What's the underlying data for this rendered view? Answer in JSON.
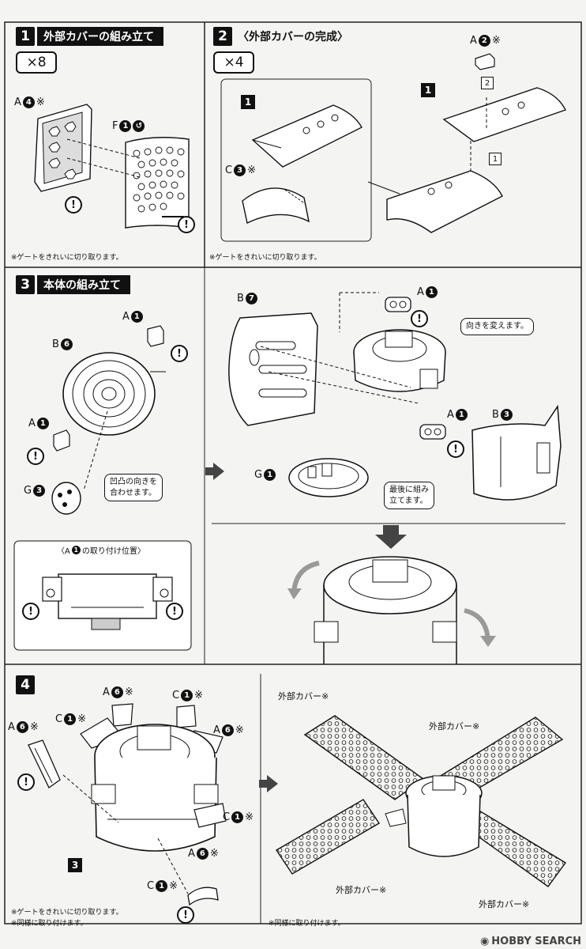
{
  "step1": {
    "num": "1",
    "title": "外部カバーの組み立て",
    "multiplier": "×8",
    "part_a4": {
      "letter": "A",
      "num": "4",
      "suffix": "※"
    },
    "part_f1": {
      "letter": "F",
      "num": "1"
    },
    "note": "※ゲートをきれいに切り取ります。"
  },
  "step2": {
    "num": "2",
    "title": "〈外部カバーの完成〉",
    "multiplier": "×4",
    "ref1": "1",
    "ref1b": "1",
    "part_c3": {
      "letter": "C",
      "num": "3",
      "suffix": "※"
    },
    "part_a2": {
      "letter": "A",
      "num": "2",
      "suffix": "※"
    },
    "seq1": "1",
    "seq2": "2",
    "note": "※ゲートをきれいに切り取ります。"
  },
  "step3": {
    "num": "3",
    "title": "本体の組み立て",
    "left_parts": {
      "a1_top": {
        "letter": "A",
        "num": "1"
      },
      "b6": {
        "letter": "B",
        "num": "6"
      },
      "a1_left": {
        "letter": "A",
        "num": "1"
      },
      "g3": {
        "letter": "G",
        "num": "3"
      }
    },
    "callout_align": [
      "凹凸の向きを",
      "合わせます。"
    ],
    "inset_title_prefix": "〈A",
    "inset_title_num": "1",
    "inset_title_suffix": "の取り付け位置〉",
    "right_parts": {
      "b7": {
        "letter": "B",
        "num": "7"
      },
      "a1_top": {
        "letter": "A",
        "num": "1"
      },
      "a1_mid": {
        "letter": "A",
        "num": "1"
      },
      "b3": {
        "letter": "B",
        "num": "3"
      },
      "g1": {
        "letter": "G",
        "num": "1"
      }
    },
    "callout_turn": "向きを変えます。",
    "callout_last": [
      "最後に組み",
      "立てます。"
    ]
  },
  "step4": {
    "num": "4",
    "parts": {
      "a6_top": {
        "letter": "A",
        "num": "6",
        "suffix": "※"
      },
      "c1_top": {
        "letter": "C",
        "num": "1",
        "suffix": "※"
      },
      "c1_left": {
        "letter": "C",
        "num": "1",
        "suffix": "※"
      },
      "a6_right": {
        "letter": "A",
        "num": "6",
        "suffix": "※"
      },
      "a6_left": {
        "letter": "A",
        "num": "6",
        "suffix": "※"
      },
      "c1_right": {
        "letter": "C",
        "num": "1",
        "suffix": "※"
      },
      "a6_bottom": {
        "letter": "A",
        "num": "6",
        "suffix": "※"
      },
      "c1_bottom": {
        "letter": "C",
        "num": "1",
        "suffix": "※"
      }
    },
    "ref3": "3",
    "notes": [
      "※ゲートをきれいに切り取ります。",
      "※同様に取り付けます。"
    ],
    "cover_labels": [
      "外部カバー※",
      "外部カバー※",
      "外部カバー※",
      "外部カバー※"
    ],
    "right_note": "※同様に取り付けます。"
  },
  "warning_mark": "!",
  "watermark": "HOBBY SEARCH",
  "colors": {
    "ink": "#111111",
    "paper": "#f4f4f2",
    "gray": "#8c8c8c"
  }
}
